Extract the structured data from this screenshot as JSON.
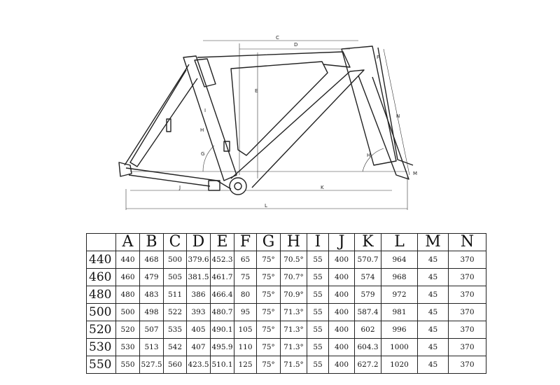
{
  "diagram": {
    "labels": [
      "C",
      "D",
      "E",
      "F",
      "G",
      "H",
      "H",
      "I",
      "J",
      "K",
      "L",
      "M",
      "N"
    ]
  },
  "table": {
    "columns": [
      "",
      "A",
      "B",
      "C",
      "D",
      "E",
      "F",
      "G",
      "H",
      "I",
      "J",
      "K",
      "L",
      "M",
      "N"
    ],
    "rows": [
      [
        "440",
        "440",
        "468",
        "500",
        "379.6",
        "452.3",
        "65",
        "75°",
        "70.5°",
        "55",
        "400",
        "570.7",
        "964",
        "45",
        "370"
      ],
      [
        "460",
        "460",
        "479",
        "505",
        "381.5",
        "461.7",
        "75",
        "75°",
        "70.7°",
        "55",
        "400",
        "574",
        "968",
        "45",
        "370"
      ],
      [
        "480",
        "480",
        "483",
        "511",
        "386",
        "466.4",
        "80",
        "75°",
        "70.9°",
        "55",
        "400",
        "579",
        "972",
        "45",
        "370"
      ],
      [
        "500",
        "500",
        "498",
        "522",
        "393",
        "480.7",
        "95",
        "75°",
        "71.3°",
        "55",
        "400",
        "587.4",
        "981",
        "45",
        "370"
      ],
      [
        "520",
        "520",
        "507",
        "535",
        "405",
        "490.1",
        "105",
        "75°",
        "71.3°",
        "55",
        "400",
        "602",
        "996",
        "45",
        "370"
      ],
      [
        "530",
        "530",
        "513",
        "542",
        "407",
        "495.9",
        "110",
        "75°",
        "71.3°",
        "55",
        "400",
        "604.3",
        "1000",
        "45",
        "370"
      ],
      [
        "550",
        "550",
        "527.5",
        "560",
        "423.5",
        "510.1",
        "125",
        "75°",
        "71.5°",
        "55",
        "400",
        "627.2",
        "1020",
        "45",
        "370"
      ]
    ]
  }
}
